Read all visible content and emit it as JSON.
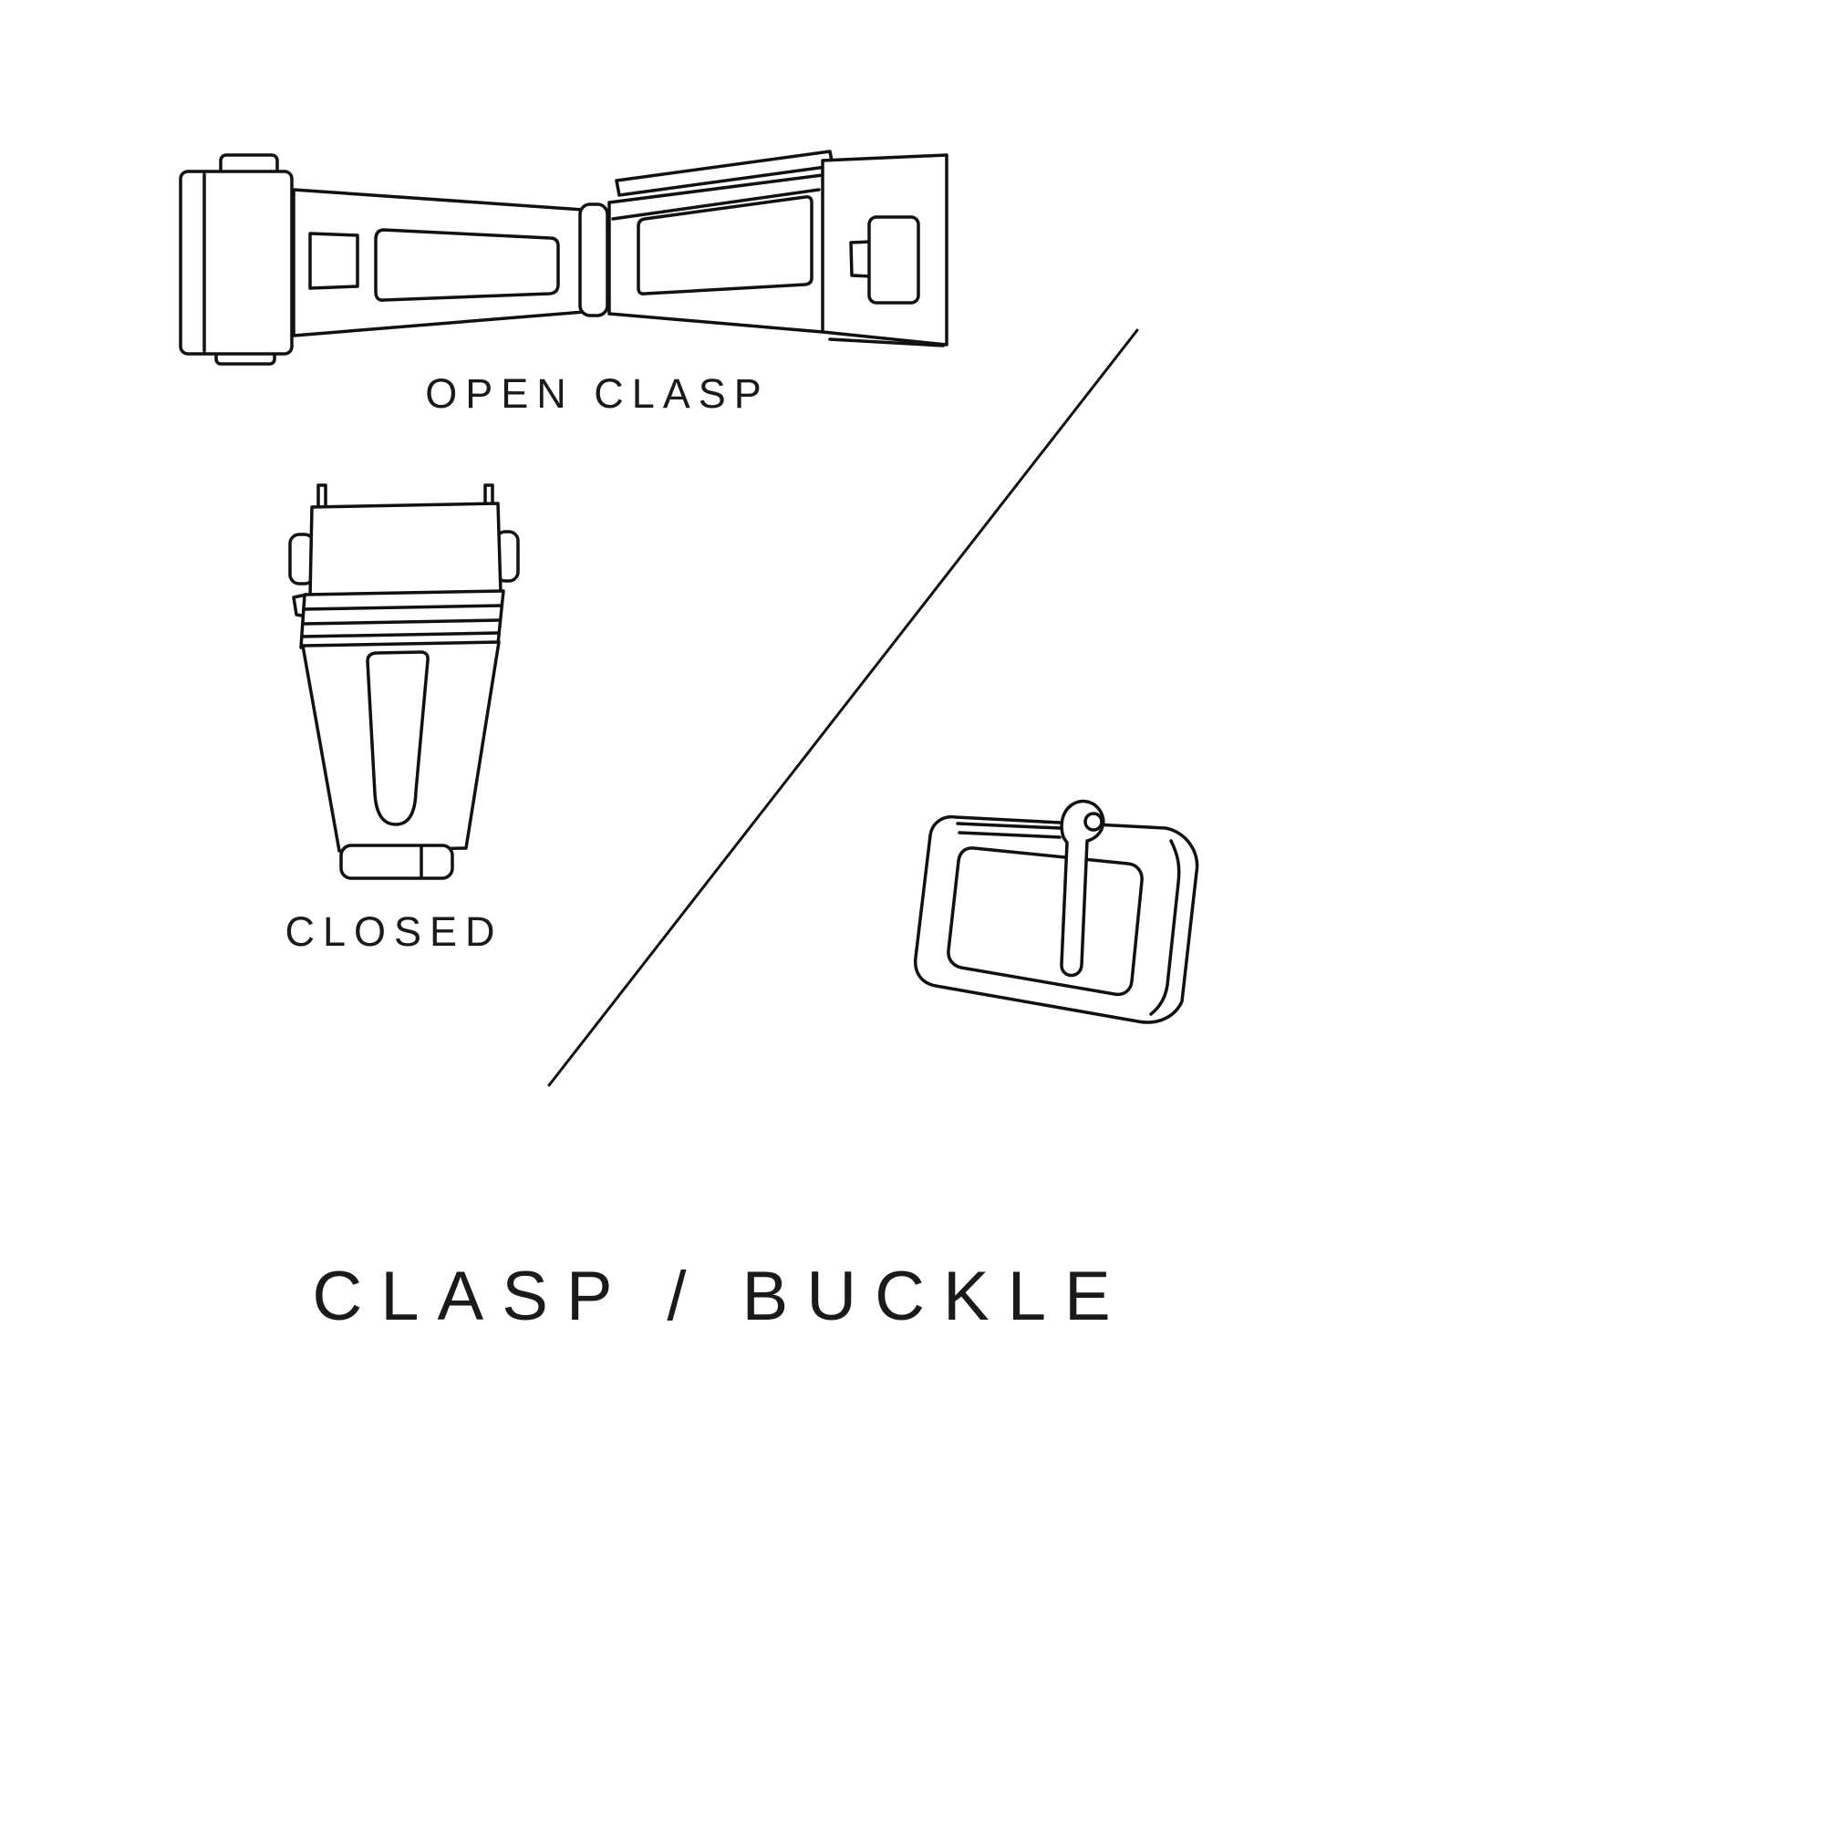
{
  "page": {
    "background_color": "#ffffff",
    "ink_color": "#1a1a1a",
    "stroke_color": "#111111"
  },
  "diagram": {
    "title": "CLASP / BUCKLE",
    "labels": {
      "open_clasp": "OPEN CLASP",
      "closed": "CLOSED"
    },
    "illustrations": [
      {
        "name": "open-clasp-illustration",
        "caption": "OPEN CLASP"
      },
      {
        "name": "closed-clasp-illustration",
        "caption": "CLOSED"
      },
      {
        "name": "pin-buckle-illustration",
        "caption": ""
      }
    ]
  }
}
